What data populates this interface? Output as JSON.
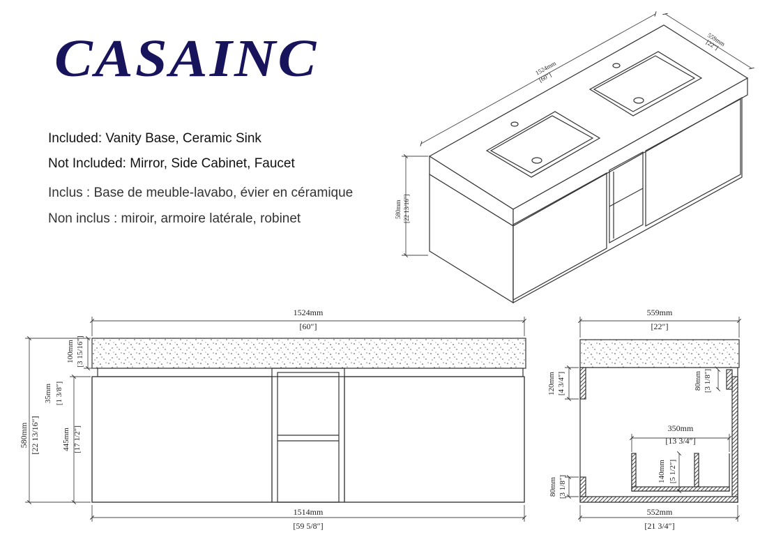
{
  "brand": {
    "name": "CASAINC",
    "color": "#17145c"
  },
  "info": {
    "included_en": "Included: Vanity Base, Ceramic Sink",
    "not_included_en": "Not Included: Mirror, Side Cabinet, Faucet",
    "included_fr": "Inclus : Base de meuble-lavabo, évier en céramique",
    "not_included_fr": "Non inclus : miroir, armoire latérale, robinet"
  },
  "iso": {
    "width_mm": "1524mm",
    "width_in": "[60\"]",
    "depth_mm": "559mm",
    "depth_in": "[22\"]",
    "height_mm": "580mm",
    "height_in": "[22 13/16\"]"
  },
  "front": {
    "top_width_mm": "1524mm",
    "top_width_in": "[60″]",
    "bottom_width_mm": "1514mm",
    "bottom_width_in": "[59 5/8″]",
    "total_height_mm": "580mm",
    "total_height_in": "[22 13/16″]",
    "top_thick_mm": "100mm",
    "top_thick_in": "[3 15/16″]",
    "gap_mm": "35mm",
    "gap_in": "[1 3/8″]",
    "cabinet_height_mm": "445mm",
    "cabinet_height_in": "[17 1/2″]"
  },
  "side": {
    "top_width_mm": "559mm",
    "top_width_in": "[22″]",
    "bottom_width_mm": "552mm",
    "bottom_width_in": "[21 3/4″]",
    "left_upper_mm": "120mm",
    "left_upper_in": "[4 3/4″]",
    "left_lower_mm": "80mm",
    "left_lower_in": "[3 1/8″]",
    "right_upper_mm": "80mm",
    "right_upper_in": "[3 1/8″]",
    "drawer_width_mm": "350mm",
    "drawer_width_in": "[13 3/4″]",
    "drawer_height_mm": "140mm",
    "drawer_height_in": "[5 1/2″]"
  }
}
